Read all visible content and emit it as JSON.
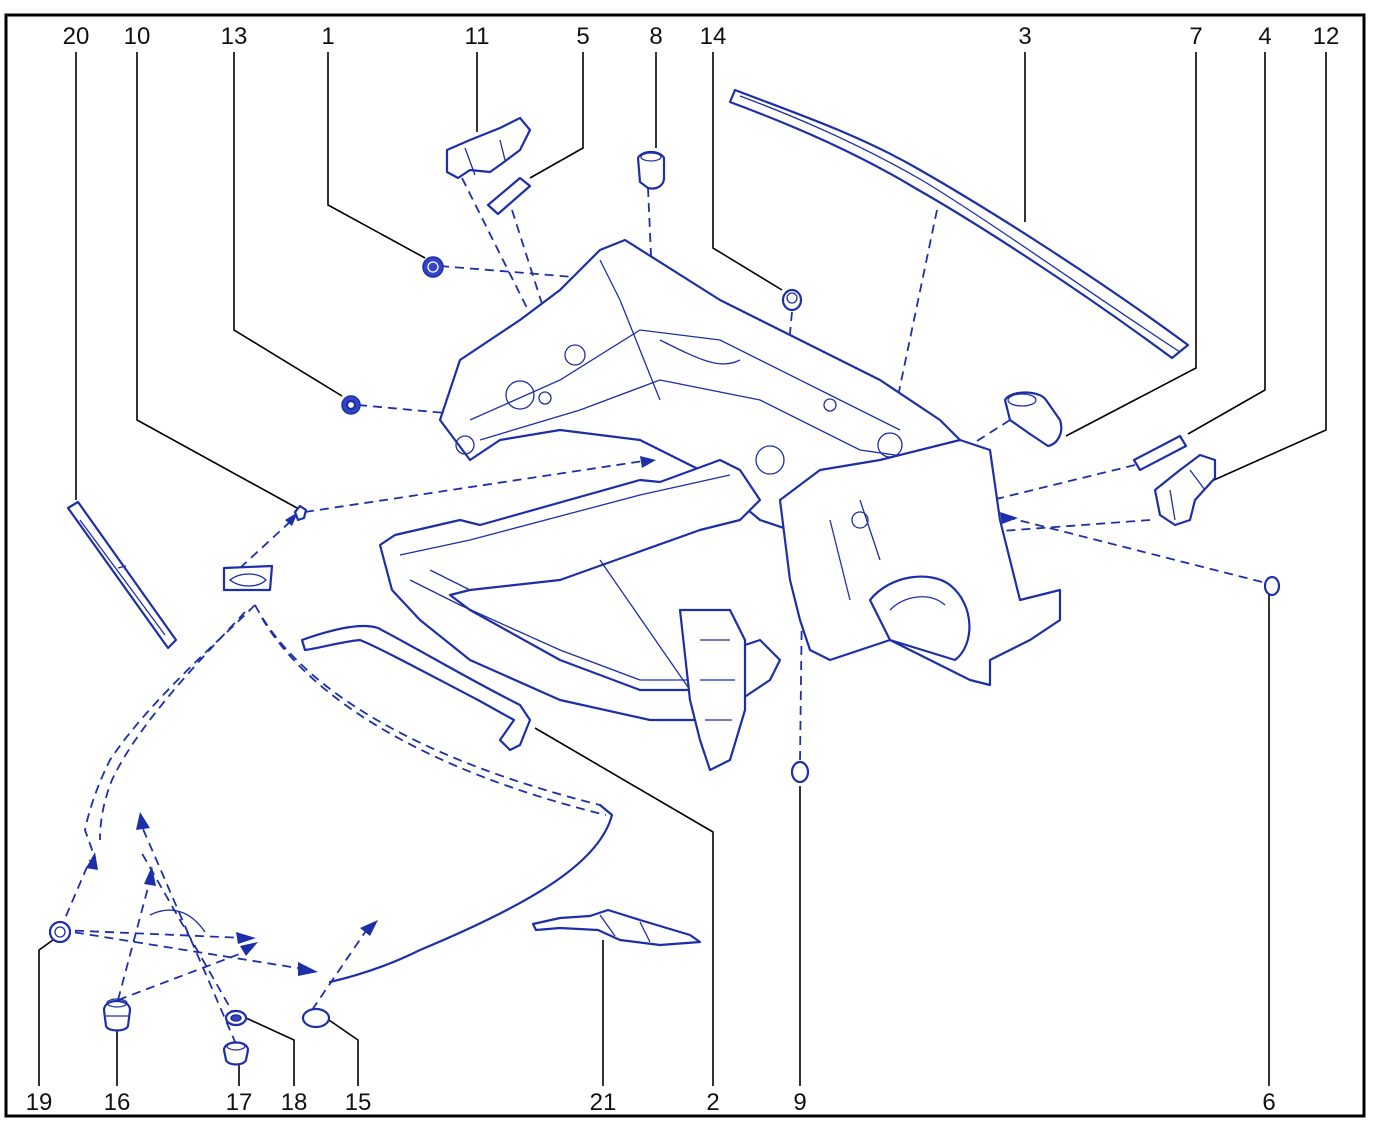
{
  "callouts": [
    {
      "id": "20",
      "label": "20"
    },
    {
      "id": "10",
      "label": "10"
    },
    {
      "id": "13",
      "label": "13"
    },
    {
      "id": "1",
      "label": "1"
    },
    {
      "id": "11",
      "label": "11"
    },
    {
      "id": "5",
      "label": "5"
    },
    {
      "id": "8",
      "label": "8"
    },
    {
      "id": "14",
      "label": "14"
    },
    {
      "id": "3",
      "label": "3"
    },
    {
      "id": "7",
      "label": "7"
    },
    {
      "id": "4",
      "label": "4"
    },
    {
      "id": "12",
      "label": "12"
    },
    {
      "id": "19",
      "label": "19"
    },
    {
      "id": "16",
      "label": "16"
    },
    {
      "id": "17",
      "label": "17"
    },
    {
      "id": "18",
      "label": "18"
    },
    {
      "id": "15",
      "label": "15"
    },
    {
      "id": "21",
      "label": "21"
    },
    {
      "id": "2",
      "label": "2"
    },
    {
      "id": "9",
      "label": "9"
    },
    {
      "id": "6",
      "label": "6"
    }
  ],
  "colors": {
    "part_stroke": "#1d2fa8",
    "part_fill": "#3345c4",
    "frame": "#000000",
    "text": "#111111"
  }
}
